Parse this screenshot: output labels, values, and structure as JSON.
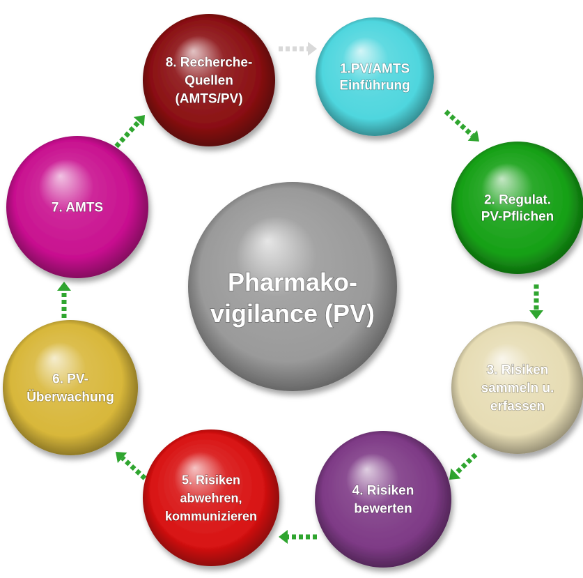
{
  "center": {
    "line1": "Pharmako-",
    "line2": "vigilance (PV)",
    "color": "#9a9a9a"
  },
  "nodes": [
    {
      "id": "n1",
      "lines": [
        "1.PV/AMTS",
        "Einführung"
      ],
      "color": "#4fd6de"
    },
    {
      "id": "n2",
      "lines": [
        "2. Regulat.",
        "PV-Pflichen"
      ],
      "color": "#16a016"
    },
    {
      "id": "n3",
      "lines": [
        "3. Risiken",
        "sammeln u.",
        "erfassen"
      ],
      "color": "#e6dcb4"
    },
    {
      "id": "n4",
      "lines": [
        "4. Risiken",
        "bewerten"
      ],
      "color": "#7e3a86"
    },
    {
      "id": "n5",
      "lines": [
        "5. Risiken",
        "abwehren,",
        "kommunizieren"
      ],
      "color": "#d81212"
    },
    {
      "id": "n6",
      "lines": [
        "6. PV-",
        "Überwachung"
      ],
      "color": "#d8b73a"
    },
    {
      "id": "n7",
      "lines": [
        "7. AMTS"
      ],
      "color": "#c8108f"
    },
    {
      "id": "n8",
      "lines": [
        "8. Recherche-",
        "Quellen",
        "(AMTS/PV)"
      ],
      "color": "#8a0f12"
    }
  ],
  "arrows": {
    "color": "#2fa52f",
    "color_light": "#d9d9d9"
  }
}
